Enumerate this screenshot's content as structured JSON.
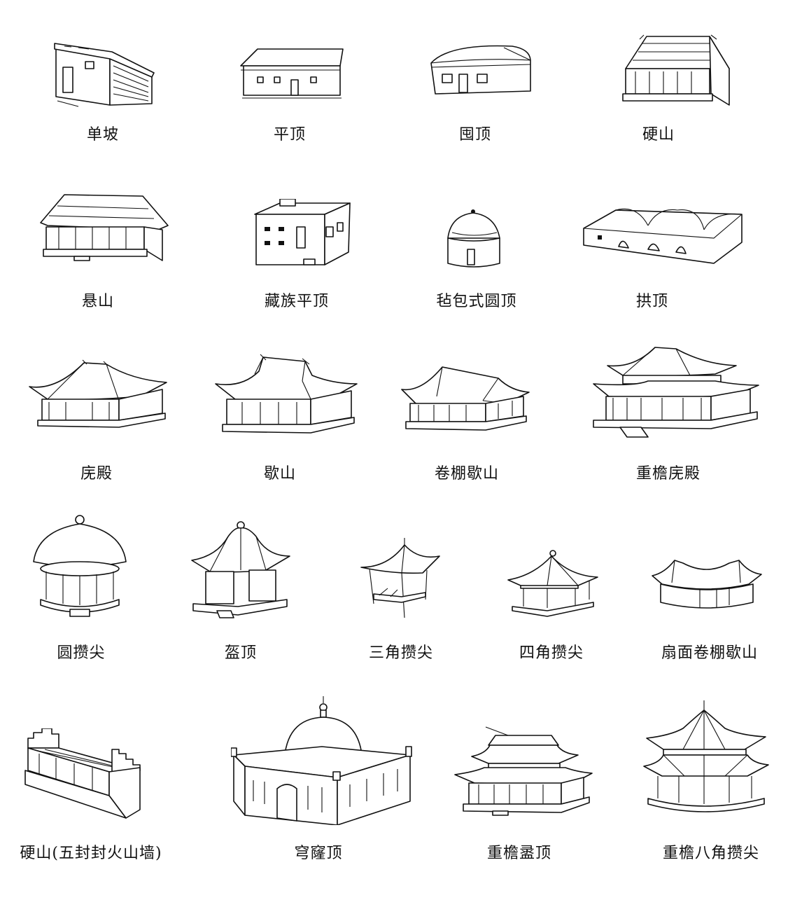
{
  "labels": {
    "r1": [
      "单坡",
      "平顶",
      "囤顶",
      "硬山"
    ],
    "r2": [
      "悬山",
      "藏族平顶",
      "毡包式圆顶",
      "拱顶"
    ],
    "r3": [
      "庑殿",
      "歇山",
      "卷棚歇山",
      "重檐庑殿"
    ],
    "r4": [
      "圆攒尖",
      "盔顶",
      "三角攒尖",
      "四角攒尖",
      "扇面卷棚歇山"
    ],
    "r5": [
      "硬山(五封封火山墙)",
      "穹窿顶",
      "重檐盝顶",
      "重檐八角攒尖"
    ]
  }
}
